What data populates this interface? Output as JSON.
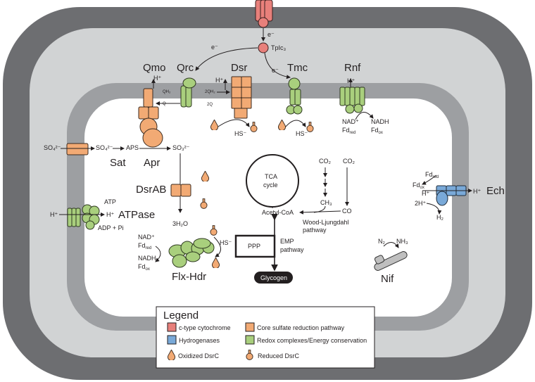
{
  "cytochrome": {
    "e_top": "e⁻",
    "tplc3": "TpIc₃",
    "e_left": "e⁻",
    "e_right": "e⁻"
  },
  "complexes": {
    "qmo": "Qmo",
    "qrc": "Qrc",
    "dsr": "Dsr",
    "tmc": "Tmc",
    "rnf": "Rnf",
    "sat": "Sat",
    "apr": "Apr",
    "dsrab": "DsrAB",
    "atpase": "ATPase",
    "flx_hdr": "Flx-Hdr",
    "ech": "Ech",
    "nif": "Nif"
  },
  "species": {
    "h_plus": "H⁺",
    "qh2": "QH₂",
    "q": "Q",
    "two_qh2": "2QH₂",
    "two_q": "2Q",
    "hs": "HS⁻",
    "nad_plus": "NAD⁺",
    "fd_red": "Fd",
    "fd_red_sub": "red",
    "nadh": "NADH",
    "fd_ox": "Fd",
    "fd_ox_sub": "ox",
    "so4_out": "SO₄²⁻",
    "so4_in": "SO₄²⁻",
    "aps": "APS",
    "so3": "SO₃²⁻",
    "three_h2o": "3H₂O",
    "atp": "ATP",
    "adp_pi": "ADP + Pi",
    "two_h_plus": "2H⁺",
    "h2": "H₂",
    "n2": "N₂",
    "nh3": "NH₃"
  },
  "pathways": {
    "tca": "TCA",
    "tca_cycle": "cycle",
    "co2_a": "CO₂",
    "co2_b": "CO₂",
    "ch3": "CH₃",
    "co": "CO",
    "acetyl_coa": "Acetyl-CoA",
    "wood_ljungdahl_1": "Wood-Ljungdahl",
    "wood_ljungdahl_2": "pathway",
    "ppp": "PPP",
    "emp_1": "EMP",
    "emp_2": "pathway",
    "glycogen": "Glycogen"
  },
  "legend": {
    "title": "Legend",
    "items": [
      {
        "label": "c-type cytochrome",
        "color": "#e8807b"
      },
      {
        "label": "Core sulfate reduction pathway",
        "color": "#f2aa74"
      },
      {
        "label": "Hydrogenases",
        "color": "#79a9d8"
      },
      {
        "label": "Redox complexes/Energy conservation",
        "color": "#a9cf7d"
      }
    ],
    "oxidized": "Oxidized DsrC",
    "reduced": "Reduced DsrC"
  }
}
